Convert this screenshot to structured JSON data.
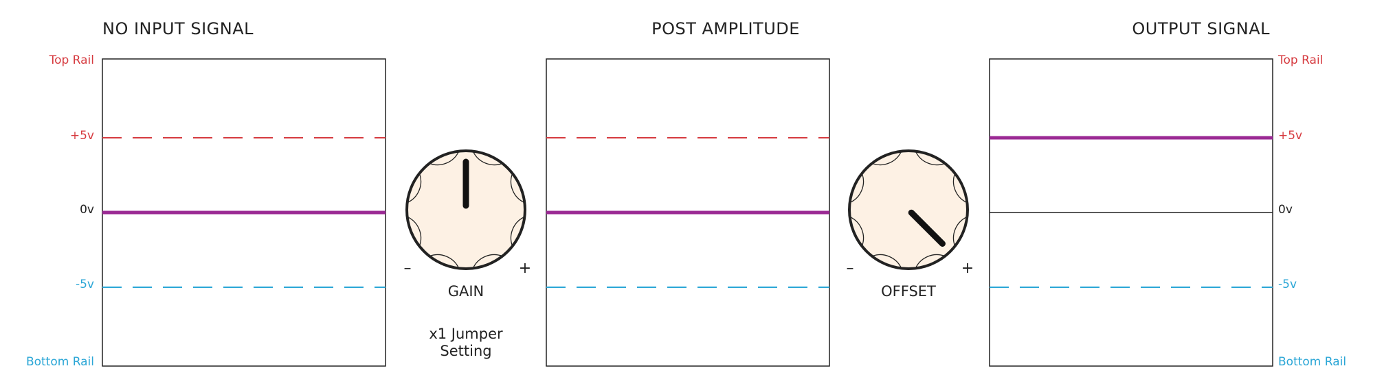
{
  "panels": [
    {
      "title": "NO INPUT SIGNAL",
      "signal_level_v": 0
    },
    {
      "title": "POST AMPLITUDE",
      "signal_level_v": 0
    },
    {
      "title": "OUTPUT SIGNAL",
      "signal_level_v": 5
    }
  ],
  "rail_labels": {
    "top": "Top Rail",
    "plus5": "+5v",
    "zero": "0v",
    "minus5": "-5v",
    "bottom": "Bottom Rail"
  },
  "knobs": {
    "gain": {
      "label": "GAIN",
      "minus": "–",
      "plus": "+",
      "pointer_angle_deg": 0
    },
    "offset": {
      "label": "OFFSET",
      "minus": "–",
      "plus": "+",
      "pointer_angle_deg": 135
    }
  },
  "note": {
    "line1": "x1 Jumper",
    "line2": "Setting"
  },
  "colors": {
    "signal": "#9b2a94",
    "top_rail": "#d63a3f",
    "bottom_rail": "#2aa6d6",
    "knob_fill": "#fdf1e4",
    "frame": "#222222"
  }
}
